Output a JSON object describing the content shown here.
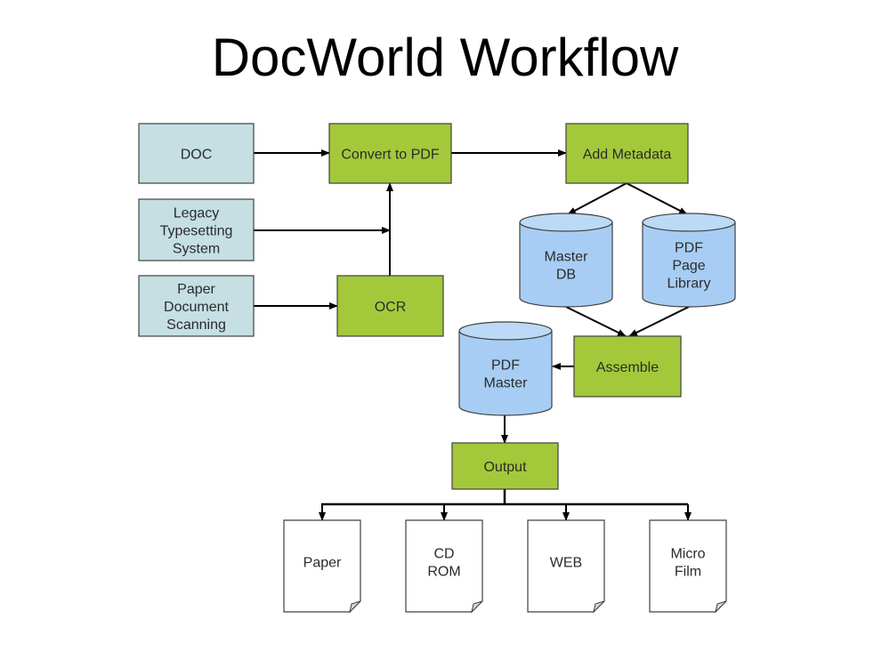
{
  "title": "DocWorld Workflow",
  "colors": {
    "input": "#c5dfe3",
    "process": "#a3c93a",
    "storage": "#a8cdf4",
    "output_doc": "#ffffff",
    "stroke": "#404040"
  },
  "nodes": {
    "doc": {
      "lines": [
        "DOC"
      ],
      "kind": "input"
    },
    "legacy": {
      "lines": [
        "Legacy",
        "Typesetting",
        "System"
      ],
      "kind": "input"
    },
    "paper_scan": {
      "lines": [
        "Paper",
        "Document",
        "Scanning"
      ],
      "kind": "input"
    },
    "convert": {
      "lines": [
        "Convert to PDF"
      ],
      "kind": "process"
    },
    "ocr": {
      "lines": [
        "OCR"
      ],
      "kind": "process"
    },
    "metadata": {
      "lines": [
        "Add Metadata"
      ],
      "kind": "process"
    },
    "master_db": {
      "lines": [
        "Master",
        "DB"
      ],
      "kind": "storage"
    },
    "page_library": {
      "lines": [
        "PDF",
        "Page",
        "Library"
      ],
      "kind": "storage"
    },
    "assemble": {
      "lines": [
        "Assemble"
      ],
      "kind": "process"
    },
    "pdf_master": {
      "lines": [
        "PDF",
        "Master"
      ],
      "kind": "storage"
    },
    "output": {
      "lines": [
        "Output"
      ],
      "kind": "process"
    },
    "paper": {
      "lines": [
        "Paper"
      ],
      "kind": "document"
    },
    "cdrom": {
      "lines": [
        "CD",
        "ROM"
      ],
      "kind": "document"
    },
    "web": {
      "lines": [
        "WEB"
      ],
      "kind": "document"
    },
    "microfilm": {
      "lines": [
        "Micro",
        "Film"
      ],
      "kind": "document"
    }
  },
  "edges": [
    [
      "doc",
      "convert"
    ],
    [
      "legacy",
      "convert"
    ],
    [
      "paper_scan",
      "ocr"
    ],
    [
      "ocr",
      "convert"
    ],
    [
      "convert",
      "metadata"
    ],
    [
      "metadata",
      "master_db"
    ],
    [
      "metadata",
      "page_library"
    ],
    [
      "master_db",
      "assemble"
    ],
    [
      "page_library",
      "assemble"
    ],
    [
      "assemble",
      "pdf_master"
    ],
    [
      "pdf_master",
      "output"
    ],
    [
      "output",
      "paper"
    ],
    [
      "output",
      "cdrom"
    ],
    [
      "output",
      "web"
    ],
    [
      "output",
      "microfilm"
    ]
  ]
}
